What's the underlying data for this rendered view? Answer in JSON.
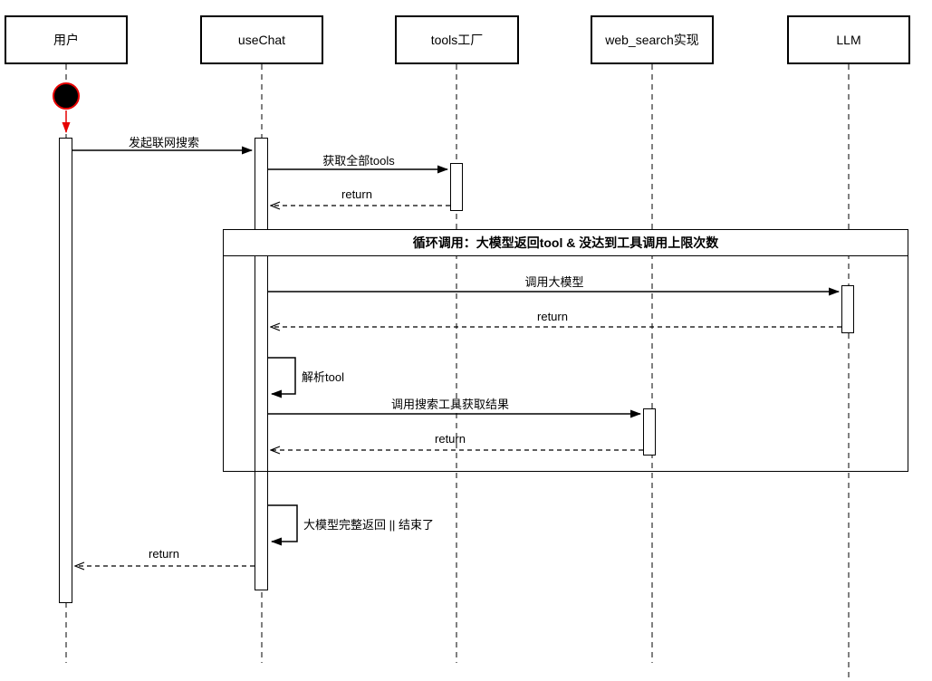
{
  "diagram": {
    "type": "uml-sequence-diagram",
    "participants": [
      {
        "label": "用户"
      },
      {
        "label": "useChat"
      },
      {
        "label": "tools工厂"
      },
      {
        "label": "web_search实现"
      },
      {
        "label": "LLM"
      }
    ],
    "start_node": {
      "icon": "initial-state-circle",
      "fill": "#000000",
      "accent": "#e60000"
    },
    "loop_frame": {
      "title": "循环调用：大模型返回tool & 没达到工具调用上限次数"
    },
    "messages": [
      {
        "label": "发起联网搜索",
        "from": "用户",
        "to": "useChat",
        "style": "solid"
      },
      {
        "label": "获取全部tools",
        "from": "useChat",
        "to": "tools工厂",
        "style": "solid"
      },
      {
        "label": "return",
        "from": "tools工厂",
        "to": "useChat",
        "style": "dashed"
      },
      {
        "label": "调用大模型",
        "from": "useChat",
        "to": "LLM",
        "style": "solid"
      },
      {
        "label": "return",
        "from": "LLM",
        "to": "useChat",
        "style": "dashed"
      },
      {
        "label": "解析tool",
        "from": "useChat",
        "to": "useChat",
        "style": "self"
      },
      {
        "label": "调用搜索工具获取结果",
        "from": "useChat",
        "to": "web_search实现",
        "style": "solid"
      },
      {
        "label": "return",
        "from": "web_search实现",
        "to": "useChat",
        "style": "dashed"
      },
      {
        "label": "大模型完整返回 || 结束了",
        "from": "useChat",
        "to": "useChat",
        "style": "self"
      },
      {
        "label": "return",
        "from": "useChat",
        "to": "用户",
        "style": "dashed"
      }
    ],
    "colors": {
      "line": "#000000",
      "background": "#ffffff",
      "start_accent": "#e60000",
      "node_fill": "#000000"
    }
  }
}
